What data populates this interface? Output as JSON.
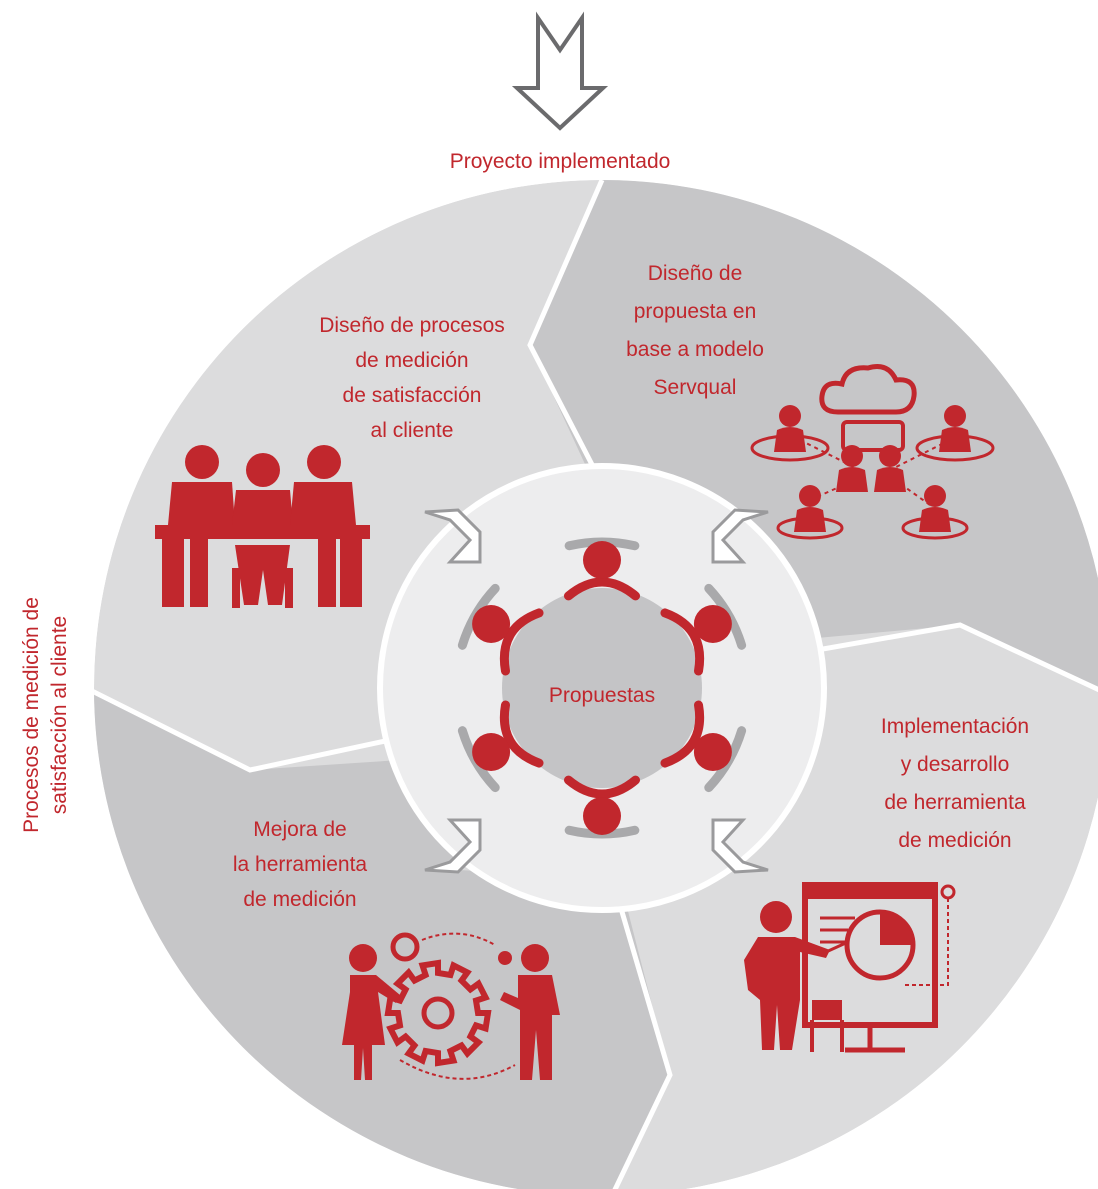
{
  "colors": {
    "accent": "#c1272d",
    "segment_light": "#dcdcdd",
    "segment_dark": "#c6c6c8",
    "hub_ring": "#ededee",
    "hub_disc": "#c4c4c6",
    "arrow_gray": "#9a9a9c"
  },
  "top_label": "Proyecto implementado",
  "side_label": [
    "Procesos de medición de",
    "satisfacción al cliente"
  ],
  "center_label": "Propuestas",
  "segments": {
    "top_left": [
      "Diseño de procesos",
      "de medición",
      "de satisfacción",
      "al cliente"
    ],
    "top_right": [
      "Diseño de",
      "propuesta en",
      "base a modelo",
      "Servqual"
    ],
    "bottom_right": [
      "Implementación",
      "y desarrollo",
      "de herramienta",
      "de medición"
    ],
    "bottom_left": [
      "Mejora de",
      "la herramienta",
      "de medición"
    ]
  },
  "icons": {
    "top_left": "team-meeting-table-icon",
    "top_right": "cloud-network-people-icon",
    "bottom_right": "presenter-board-icon",
    "bottom_left": "gear-collaboration-icon",
    "center": "round-table-people-icon"
  }
}
